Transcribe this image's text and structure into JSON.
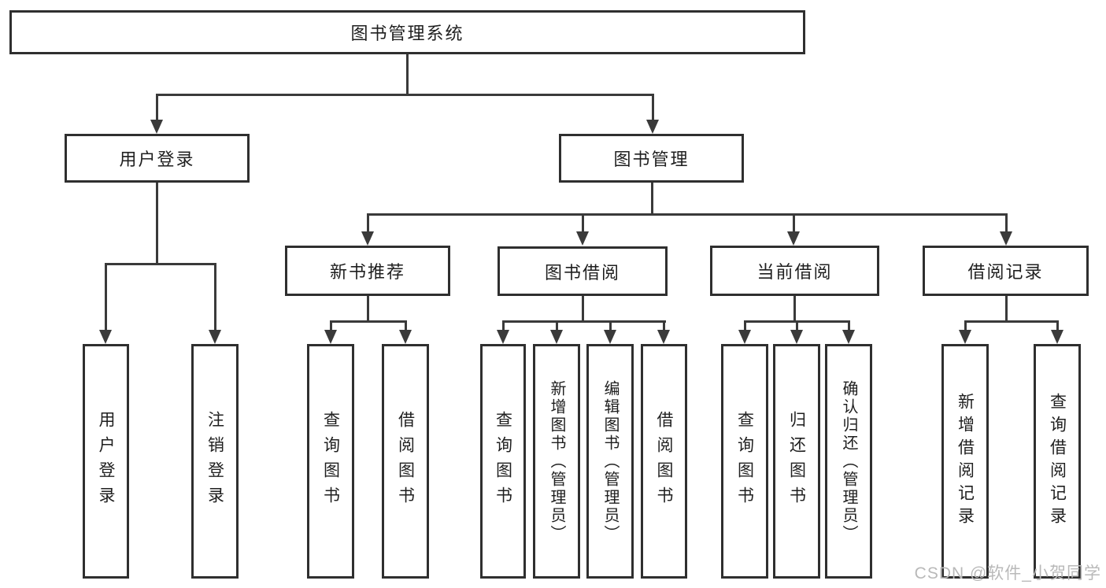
{
  "colors": {
    "line": "#3a3a3a",
    "border": "#2f2f2f",
    "text": "#1f1f1f",
    "background": "#ffffff",
    "watermark": "#b9b9b9"
  },
  "watermark": "CSDN @软件_小贺同学",
  "tree": {
    "root": {
      "label": "图书管理系统"
    },
    "branches": [
      {
        "label": "用户登录",
        "children": [
          {
            "label": "用户登录"
          },
          {
            "label": "注销登录"
          }
        ]
      },
      {
        "label": "图书管理",
        "children": [
          {
            "label": "新书推荐",
            "children": [
              {
                "label": "查询图书"
              },
              {
                "label": "借阅图书"
              }
            ]
          },
          {
            "label": "图书借阅",
            "children": [
              {
                "label": "查询图书"
              },
              {
                "label": "新增图书（管理员）"
              },
              {
                "label": "编辑图书（管理员）"
              },
              {
                "label": "借阅图书"
              }
            ]
          },
          {
            "label": "当前借阅",
            "children": [
              {
                "label": "查询图书"
              },
              {
                "label": "归还图书"
              },
              {
                "label": "确认归还（管理员）"
              }
            ]
          },
          {
            "label": "借阅记录",
            "children": [
              {
                "label": "新增借阅记录"
              },
              {
                "label": "查询借阅记录"
              }
            ]
          }
        ]
      }
    ]
  }
}
